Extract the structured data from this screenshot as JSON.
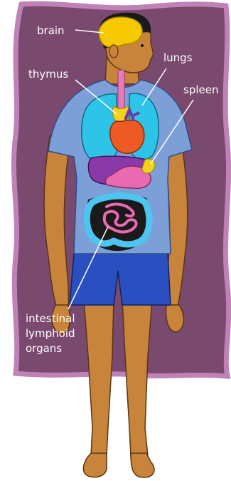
{
  "labels": {
    "brain": "brain",
    "lungs": "lungs",
    "thymus": "thymus",
    "spleen": "spleen",
    "intestinal_line1": "intestinal",
    "intestinal_line2": "lymphoid",
    "intestinal_line3": "organs"
  },
  "colors": {
    "backdrop": "#7a4a6e",
    "backdrop_border": "#c080b8",
    "skin": "#c8843a",
    "hair": "#1a1a1a",
    "brain": "#f5c800",
    "shirt": "#7d9fd8",
    "shorts": "#2a4fc0",
    "lungs": "#2ec4e8",
    "heart": "#ee5a24",
    "liver": "#8a3aa8",
    "stomach": "#e86ab0",
    "intestines": "#4cc6f0",
    "thymus": "#f2d21a",
    "spleen": "#f2d21a",
    "trachea": "#e87ab8"
  }
}
